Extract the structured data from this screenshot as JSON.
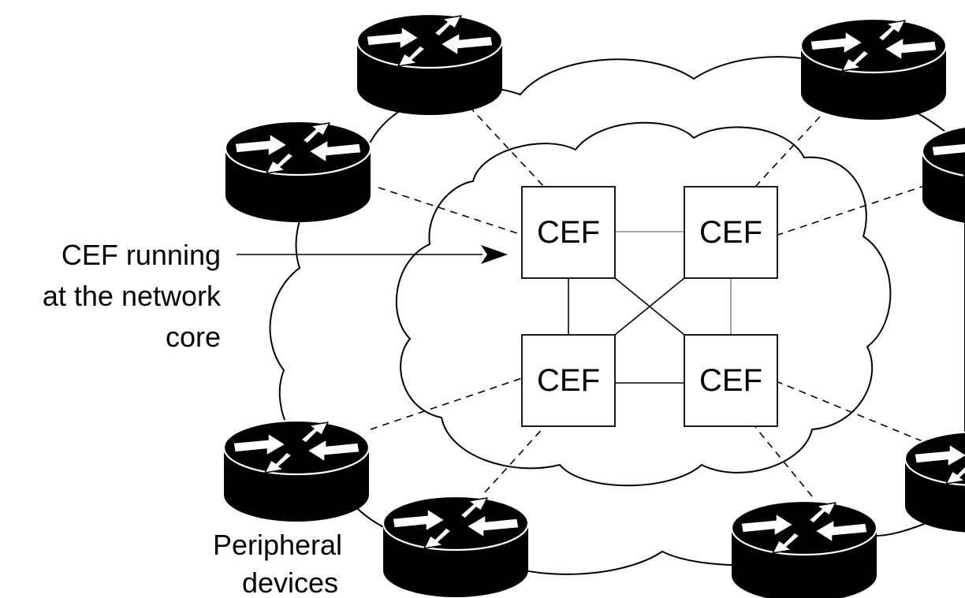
{
  "diagram": {
    "annotation": {
      "lines": [
        "CEF running",
        "at the network",
        "core"
      ]
    },
    "peripheral_label": {
      "lines": [
        "Peripheral",
        "devices"
      ]
    },
    "core_nodes": [
      {
        "label": "CEF"
      },
      {
        "label": "CEF"
      },
      {
        "label": "CEF"
      },
      {
        "label": "CEF"
      }
    ],
    "router_icon": "router-icon"
  }
}
